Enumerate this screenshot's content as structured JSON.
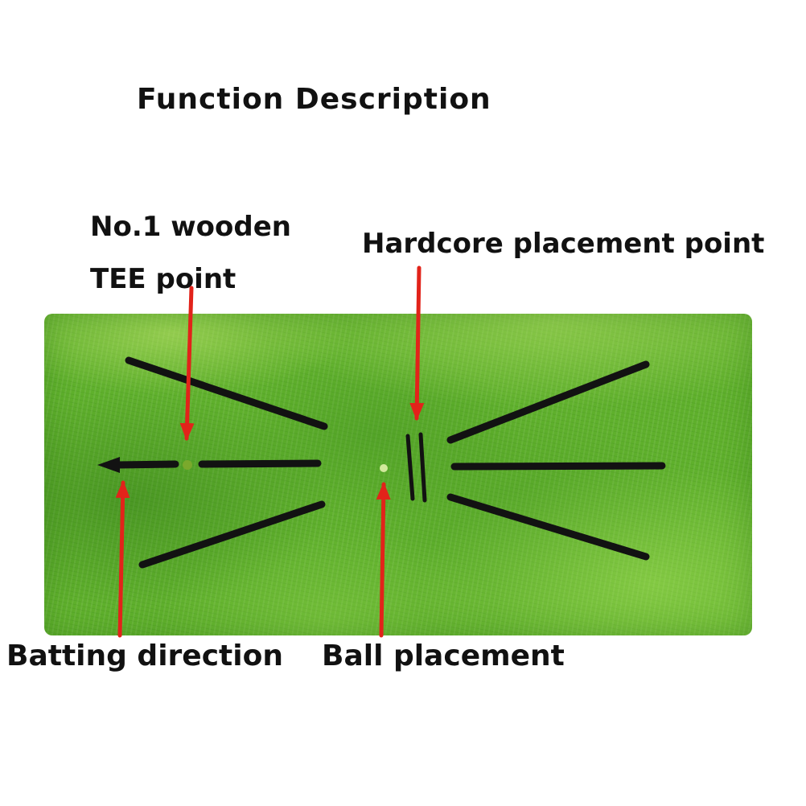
{
  "title": "Function Description",
  "labels": {
    "tee_line1": "No.1 wooden",
    "tee_line2": "TEE point",
    "hardcore": "Hardcore placement point",
    "batting": "Batting direction",
    "ball": "Ball placement"
  },
  "colors": {
    "arrow_red": "#e2231a",
    "line_black": "#121212",
    "mat_green": "#5fb02c",
    "tee_dot_green": "#7aa92c",
    "ball_dot_light": "#d2e99c",
    "text_black": "#111111"
  }
}
